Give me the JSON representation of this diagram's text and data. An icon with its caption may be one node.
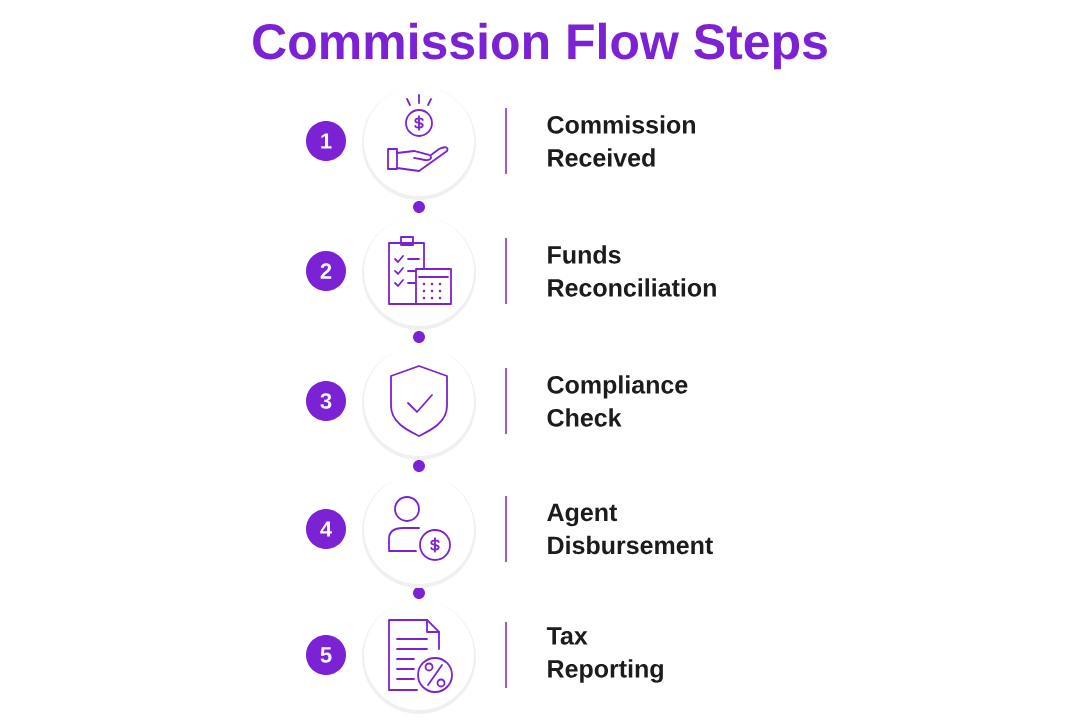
{
  "diagram": {
    "title": "Commission Flow Steps",
    "nodes": [
      {
        "text": [
          "1"
        ]
      },
      {
        "text": [],
        "shape": "circle",
        "beside": [
          "Commission Received"
        ]
      },
      {
        "text": [
          "2"
        ]
      },
      {
        "text": [],
        "shape": "circle",
        "beside": [
          "Funds Reconciliation"
        ]
      },
      {
        "text": [
          "3"
        ]
      },
      {
        "text": [],
        "shape": "circle",
        "beside": [
          "Compliance Check"
        ]
      },
      {
        "text": [
          "4"
        ]
      },
      {
        "text": [],
        "shape": "circle",
        "beside": [
          "Agent Disbursement"
        ]
      },
      {
        "text": [
          "5"
        ]
      },
      {
        "text": [],
        "shape": "circle",
        "beside": [
          "Tax Reporting"
        ]
      }
    ]
  }
}
